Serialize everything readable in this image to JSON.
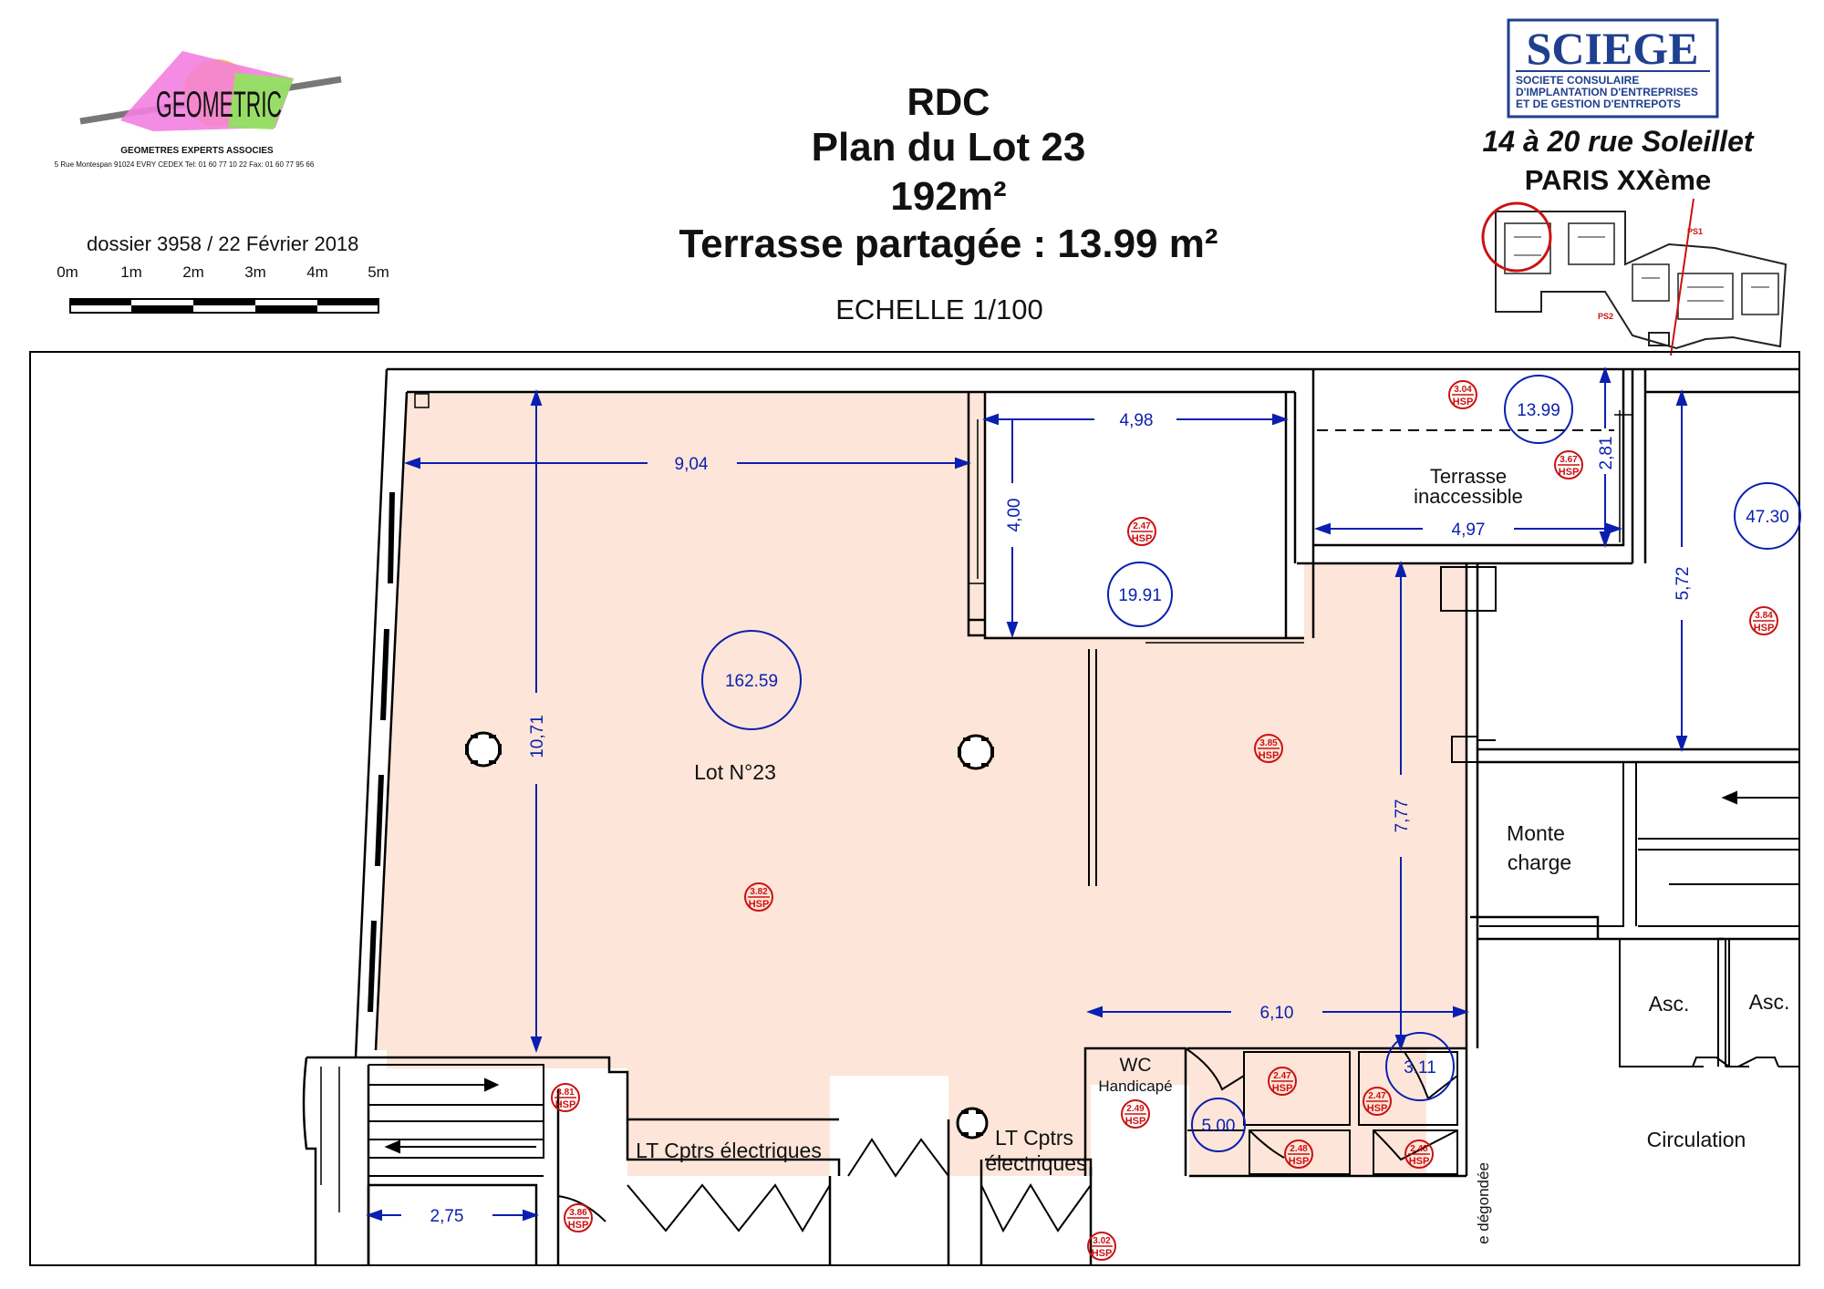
{
  "title": {
    "level": "RDC",
    "plan": "Plan du Lot 23",
    "area": "192m²",
    "terrace": "Terrasse partagée : 13.99 m²",
    "scale": "ECHELLE 1/100"
  },
  "geometric": {
    "name": "GEOMETRIC",
    "subtitle": "GEOMETRES EXPERTS ASSOCIES",
    "address": "5 Rue Montespan 91024 EVRY CEDEX  Tel: 01 60 77 10 22 Fax: 01 60 77 95 66"
  },
  "dossier": "dossier 3958 / 22 Février 2018",
  "scalebar": {
    "labels": [
      "0m",
      "1m",
      "2m",
      "3m",
      "4m",
      "5m"
    ]
  },
  "sciege": {
    "name": "SCIEGE",
    "line1": "SOCIETE CONSULAIRE",
    "line2": "D'IMPLANTATION D'ENTREPRISES",
    "line3": "ET DE GESTION D'ENTREPOTS",
    "address": "14 à 20  rue Soleillet",
    "city": "PARIS XXème",
    "ps1": "PS1",
    "ps2": "PS2"
  },
  "rooms": {
    "lot": "Lot N°23",
    "terrasse1": "Terrasse",
    "terrasse2": "inaccessible",
    "monte1": "Monte",
    "monte2": "charge",
    "asc1": "Asc.",
    "asc2": "Asc.",
    "circulation": "Circulation",
    "wc1": "WC",
    "wc2": "Handicapé",
    "lt1": "LT Cptrs électriques",
    "lt2a": "LT Cptrs",
    "lt2b": "électriques",
    "degondee": "e dégondée"
  },
  "areas": [
    "162.59",
    "19.91",
    "13.99",
    "47.30",
    "5.00",
    "3.11"
  ],
  "dims": [
    "9,04",
    "4,98",
    "4,00",
    "10,71",
    "2,81",
    "4,97",
    "5,72",
    "7,77",
    "6,10",
    "2,75"
  ],
  "heights": [
    "3.04",
    "3.67",
    "2.47",
    "3.84",
    "3.85",
    "3.82",
    "3.81",
    "2.47",
    "2.47",
    "2.48",
    "2.49",
    "2.48",
    "3.02",
    "3.86"
  ],
  "hsp": "HSP",
  "colors": {
    "floor": "#fde6d9",
    "dim": "#0a1fb0",
    "marker": "#cc1111",
    "wall": "#000000",
    "sciege_blue": "#1f3f8f"
  }
}
